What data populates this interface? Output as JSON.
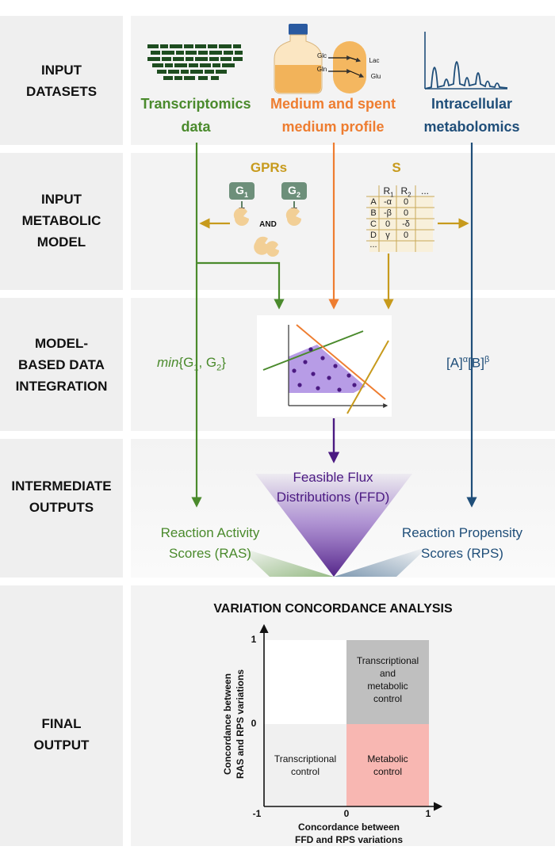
{
  "rows": {
    "row1": [
      "INPUT",
      "DATASETS"
    ],
    "row2": [
      "INPUT",
      "METABOLIC",
      "MODEL"
    ],
    "row3": [
      "MODEL-",
      "BASED DATA",
      "INTEGRATION"
    ],
    "row4": [
      "INTERMEDIATE",
      "OUTPUTS"
    ],
    "row5": [
      "FINAL",
      "OUTPUT"
    ]
  },
  "datasets": {
    "transcriptomics": [
      "Transcriptomics",
      "data"
    ],
    "medium": [
      "Medium and spent",
      "medium profile"
    ],
    "metabolomics": [
      "Intracellular",
      "metabolomics"
    ],
    "flask_labels": [
      "Glc",
      "Gln",
      "Lac",
      "Glu"
    ]
  },
  "model": {
    "gprs_title": "GPRs",
    "gene1": "G",
    "gene2": "G",
    "gene1_sub": "1",
    "gene2_sub": "2",
    "and_label": "AND",
    "s_title": "S",
    "matrix_cols": [
      "R",
      "R",
      "..."
    ],
    "matrix_col_subs": [
      "1",
      "2",
      ""
    ],
    "matrix_rows": [
      [
        "A",
        "-α",
        "0"
      ],
      [
        "B",
        "-β",
        "0"
      ],
      [
        "C",
        "0",
        "-δ"
      ],
      [
        "D",
        "γ",
        "0"
      ],
      [
        "...",
        "",
        ""
      ]
    ]
  },
  "integration": {
    "min_func": "min",
    "min_args": "{G",
    "min_sub1": "1",
    "min_mid": ", G",
    "min_sub2": "2",
    "min_end": "}",
    "mass_action": "[A]",
    "mass_alpha": "α",
    "mass_b": "[B]",
    "mass_beta": "β"
  },
  "outputs": {
    "ffd": [
      "Feasible Flux",
      "Distributions (FFD)"
    ],
    "ras": [
      "Reaction Activity",
      "Scores (RAS)"
    ],
    "rps": [
      "Reaction Propensity",
      "Scores (RPS)"
    ]
  },
  "final": {
    "title": "VARIATION CONCORDANCE ANALYSIS",
    "y_label": [
      "Concordance between",
      "RAS and RPS variations"
    ],
    "x_label": [
      "Concordance between",
      "FFD and RPS variations"
    ],
    "y_ticks": [
      "1",
      "0",
      "-1"
    ],
    "x_ticks": [
      "0",
      "1"
    ],
    "q_top_right": [
      "Transcriptional",
      "and",
      "metabolic",
      "control"
    ],
    "q_bottom_left": [
      "Transcriptional",
      "control"
    ],
    "q_bottom_right": [
      "Metabolic",
      "control"
    ]
  },
  "colors": {
    "green": "#4a8a2c",
    "orange": "#ee7d30",
    "blue": "#1f4e79",
    "gold": "#c79a1c",
    "purple": "#4b1a82",
    "gray_quadrant": "#bfbfbf",
    "pink_quadrant": "#f8b7b2"
  }
}
